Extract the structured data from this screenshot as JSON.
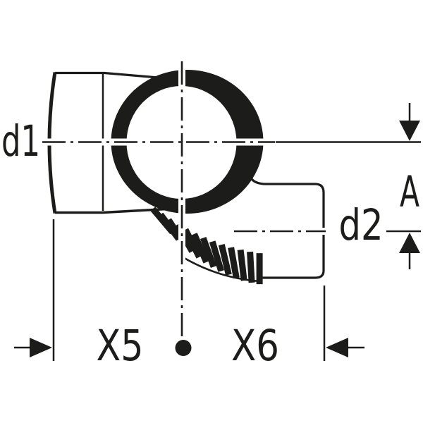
{
  "figure": {
    "labels": {
      "d1": "d1",
      "d2": "d2",
      "A": "A",
      "X5": "X5",
      "X6": "X6"
    },
    "colors": {
      "line": "#1c1c1a",
      "background": "#ffffff"
    }
  }
}
